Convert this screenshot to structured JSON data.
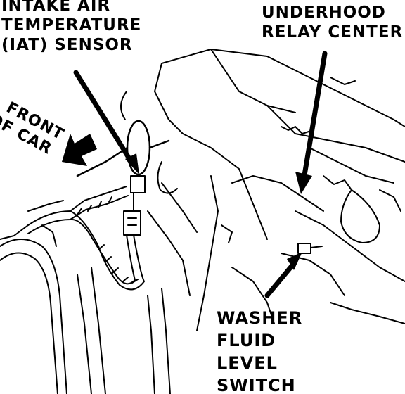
{
  "labels": {
    "iat_sensor": [
      "INTAKE AIR",
      "TEMPERATURE",
      "(IAT) SENSOR"
    ],
    "underhood_relay_center": [
      "UNDERHOOD",
      "RELAY CENTER"
    ],
    "front_of_car": [
      "FRONT",
      "OF CAR"
    ],
    "washer_fluid_level_switch": [
      "WASHER",
      "FLUID",
      "LEVEL",
      "SWITCH"
    ]
  },
  "colors": {
    "ink": "#000000",
    "paper": "#ffffff"
  }
}
